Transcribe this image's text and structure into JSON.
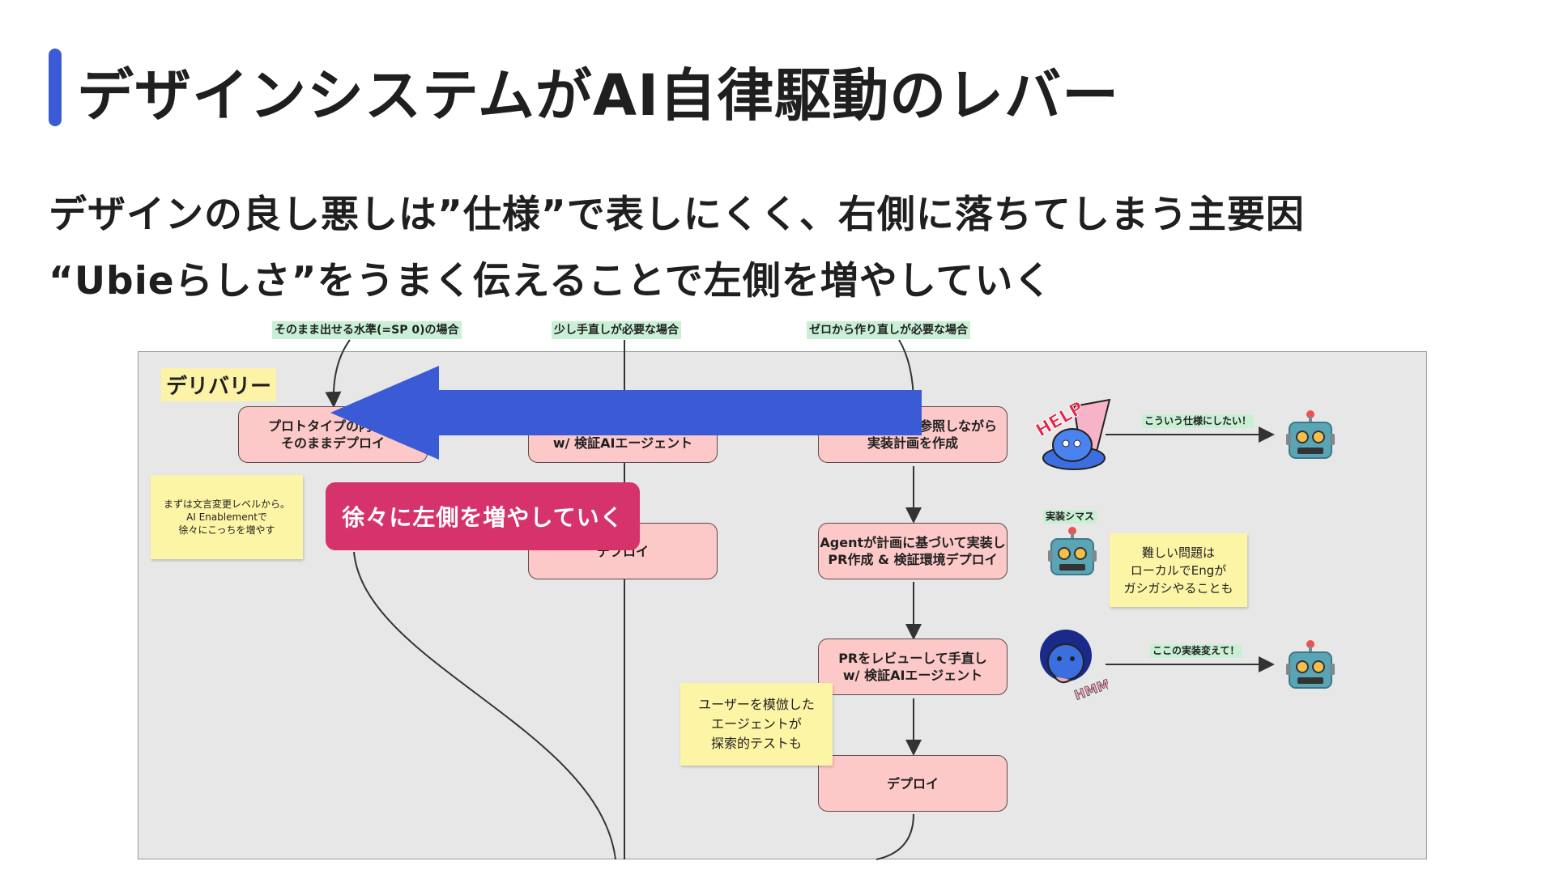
{
  "title": "デザインシステムがAI自律駆動のレバー",
  "subtitle": {
    "line1": "デザインの良し悪しは”仕様”で表しにくく、右側に落ちてしまう主要因",
    "line2": "“Ubieらしさ”をうまく伝えることで左側を増やしていく"
  },
  "columns": [
    "そのまま出せる水準(=SP 0)の場合",
    "少し手直しが必要な場合",
    "ゼロから作り直しが必要な場合"
  ],
  "board": {
    "title": "デリバリー",
    "flow": {
      "left_box": "プロトタイプの内容を\nそのままデプロイ",
      "mid_box1": "プロトタイプを手直し\nw/ 検証AIエージェント",
      "mid_box2": "デプロイ",
      "right_box1": "プロトタイプを参照しながら\n実装計画を作成",
      "right_box2": "Agentが計画に基づいて実装し\nPR作成 & 検証環境デプロイ",
      "right_box3": "PRをレビューして手直し\nw/ 検証AIエージェント",
      "right_box4": "デプロイ"
    },
    "notes": {
      "left_sticky": "まずは文言変更レベルから。\nAI Enablementで\n徐々にこっちを増やす",
      "hard_problems": "難しい問題は\nローカルでEngが\nガシガシやることも",
      "explorative_test": "ユーザーを模倣した\nエージェントが\n探索的テストも"
    },
    "labels": {
      "spec_request": "こういう仕様にしたい！",
      "implementing": "実装シマス",
      "change_request": "ここの実装変えて！"
    },
    "stickers": {
      "help_text": "HELP",
      "hmm_text": "HMM"
    }
  },
  "callout": "徐々に左側を増やしていく",
  "colors": {
    "accent_blue": "#3b5bd6",
    "callout_pink": "#d6336c",
    "box_pink": "#fdc8c8",
    "sticky_yellow": "#fdf5a6",
    "label_green": "#c9f0d4",
    "robot_teal": "#5aa5b5"
  },
  "icons": [
    "robot-icon",
    "help-sticker-icon",
    "hmm-sticker-icon",
    "left-arrow-icon"
  ]
}
